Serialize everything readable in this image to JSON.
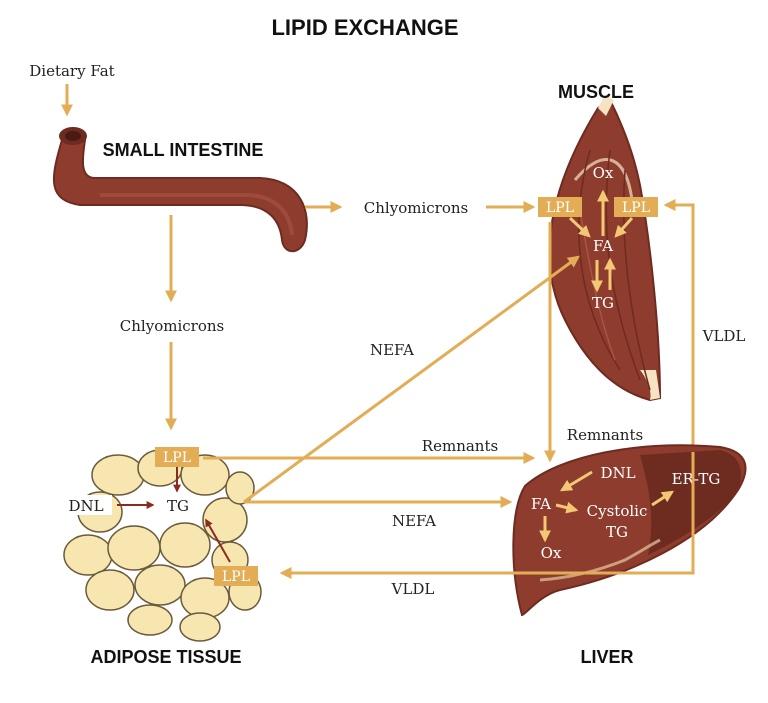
{
  "title": "LIPID EXCHANGE",
  "organs": {
    "small_intestine": "SMALL INTESTINE",
    "muscle": "MUSCLE",
    "adipose": "ADIPOSE TISSUE",
    "liver": "LIVER"
  },
  "labels": {
    "dietary_fat": "Dietary Fat",
    "chylo_top": "Chlyomicrons",
    "chylo_left": "Chlyomicrons",
    "nefa_upper": "NEFA",
    "nefa_lower": "NEFA",
    "remnants_left": "Remnants",
    "remnants_right": "Remnants",
    "vldl_right": "VLDL",
    "vldl_bottom": "VLDL"
  },
  "muscle": {
    "ox": "Ox",
    "fa": "FA",
    "tg": "TG",
    "lpl_left": "LPL",
    "lpl_right": "LPL"
  },
  "adipose": {
    "lpl_top": "LPL",
    "lpl_bottom": "LPL",
    "dnl": "DNL",
    "tg": "TG"
  },
  "liver": {
    "dnl": "DNL",
    "fa": "FA",
    "ox": "Ox",
    "cystolic_line1": "Cystolic",
    "cystolic_line2": "TG",
    "ertg": "ER-TG"
  },
  "colors": {
    "arrow": "#e2ad55",
    "organ": "#8e3c2d",
    "organ_dark": "#6e2b20",
    "fat": "#f7e6b0",
    "dark_arrow": "#8a2b22"
  }
}
